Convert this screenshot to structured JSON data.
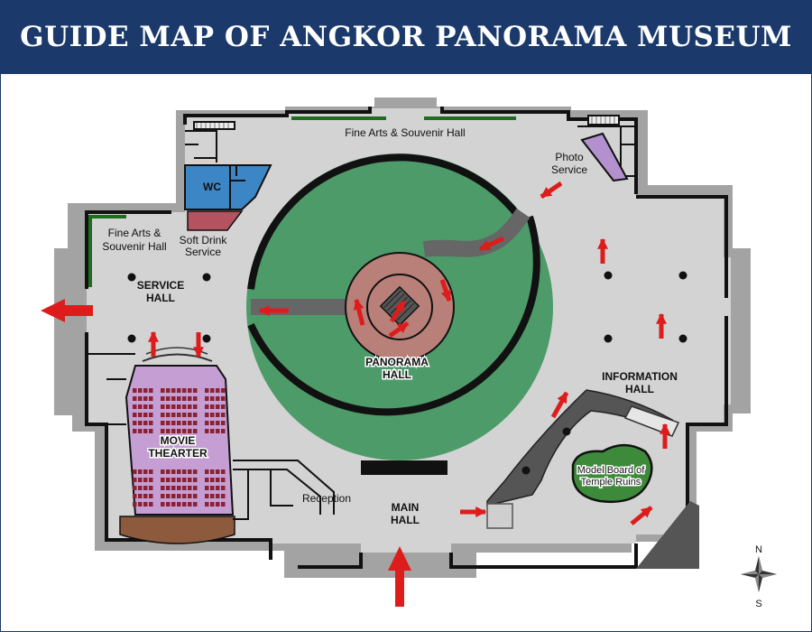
{
  "title": "GUIDE MAP OF ANGKOR PANORAMA MUSEUM",
  "labels": {
    "fine_arts_top": "Fine Arts & Souvenir Hall",
    "fine_arts_left_1": "Fine Arts &",
    "fine_arts_left_2": "Souvenir Hall",
    "wc": "WC",
    "soft_drink_1": "Soft Drink",
    "soft_drink_2": "Service",
    "photo_1": "Photo",
    "photo_2": "Service",
    "service_hall_1": "SERVICE",
    "service_hall_2": "HALL",
    "panorama_hall_1": "PANORAMA",
    "panorama_hall_2": "HALL",
    "movie_theater_1": "MOVIE",
    "movie_theater_2": "THEARTER",
    "information_hall_1": "INFORMATION",
    "information_hall_2": "HALL",
    "model_board_1": "Model Board of",
    "model_board_2": "Temple Ruins",
    "reception": "Reception",
    "main_hall_1": "MAIN",
    "main_hall_2": "HALL",
    "compass_n": "N",
    "compass_s": "S"
  },
  "colors": {
    "header_bg": "#1b3a6b",
    "floor": "#d3d3d3",
    "outer_wall": "#a3a3a3",
    "wall": "#111111",
    "panorama_green": "#4e9b6a",
    "rotunda": "#b98079",
    "wc_blue": "#3d86c6",
    "soft_drink": "#b4525f",
    "photo_purple": "#b391cf",
    "theater_purple": "#c59fd3",
    "theater_stage": "#8d5a3e",
    "seat": "#8b2131",
    "arrow_red": "#dd1c1c",
    "fine_arts_green": "#1d6e1d",
    "model_board_green": "#3d8a3a",
    "walkway": "#666666"
  },
  "icons": {
    "direction_arrow": "red-arrow-icon",
    "compass": "compass-rose-icon"
  }
}
